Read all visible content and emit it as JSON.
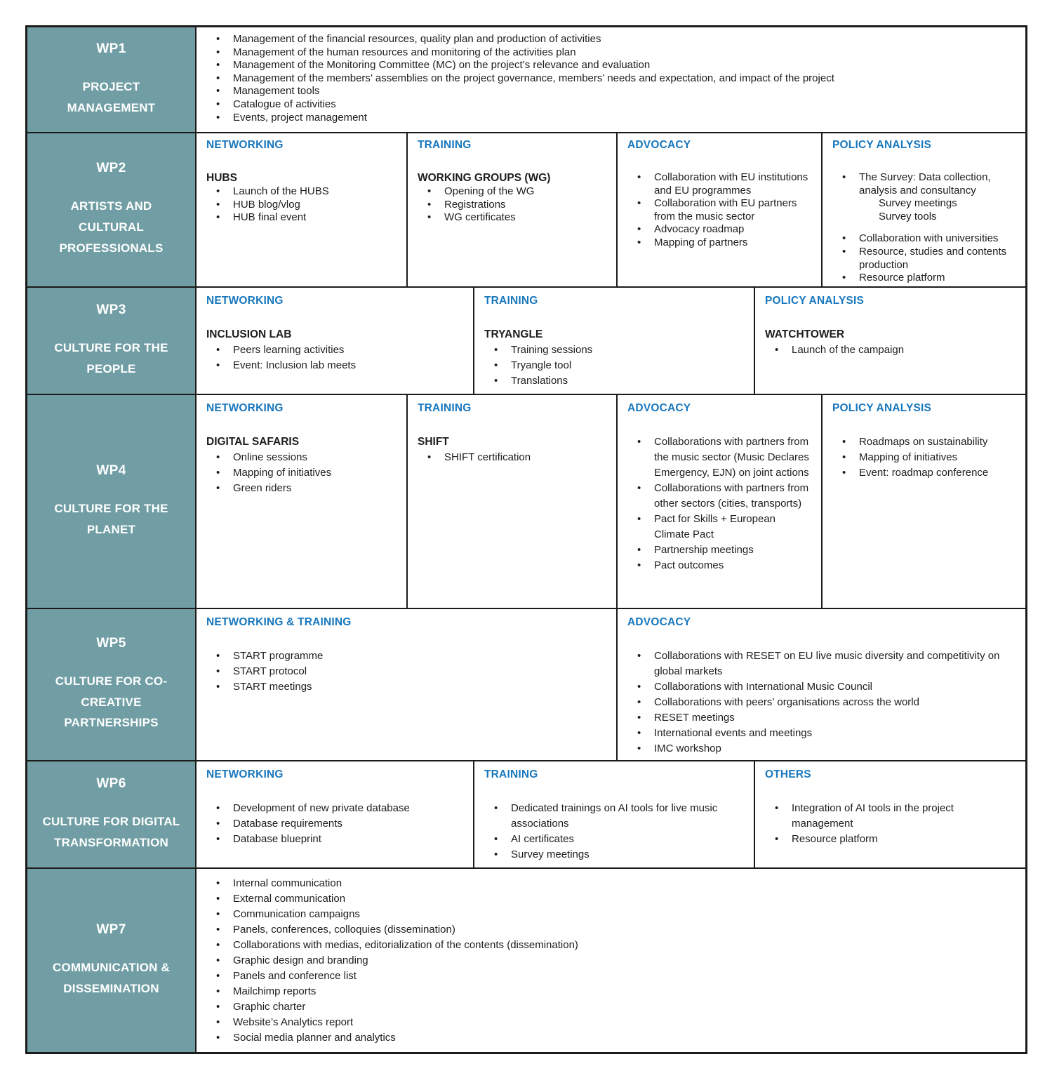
{
  "colors": {
    "wp_label_bg": "#719EA4",
    "wp_label_text": "#ffffff",
    "category_header": "#1877BD",
    "border": "#1b1b1b",
    "body_text": "#1d1d1d",
    "background": "#ffffff"
  },
  "table": {
    "rows": [
      {
        "label": {
          "id": "WP1",
          "title": "PROJECT MANAGEMENT"
        },
        "cells": [
          {
            "items": [
              {
                "t": "b",
                "text": "Management of the financial resources, quality plan and production of activities"
              },
              {
                "t": "b",
                "text": "Management of the human resources and monitoring of the activities plan"
              },
              {
                "t": "b",
                "text": "Management of the Monitoring Committee (MC) on the project’s relevance and evaluation"
              },
              {
                "t": "b",
                "text": "Management of the members’ assemblies on the project governance, members’ needs and expectation, and impact of the project"
              },
              {
                "t": "b",
                "text": "Management tools"
              },
              {
                "t": "b",
                "text": "Catalogue of activities"
              },
              {
                "t": "b",
                "text": "Events, project management"
              }
            ]
          }
        ]
      },
      {
        "label": {
          "id": "WP2",
          "title": "ARTISTS AND CULTURAL PROFESSIONALS"
        },
        "cells": [
          {
            "header": "NETWORKING",
            "subheader": "HUBS",
            "items": [
              {
                "t": "b",
                "text": "Launch of the HUBS"
              },
              {
                "t": "b",
                "text": "HUB blog/vlog"
              },
              {
                "t": "b",
                "text": "HUB final event"
              }
            ]
          },
          {
            "header": "TRAINING",
            "subheader": "WORKING GROUPS (WG)",
            "items": [
              {
                "t": "b",
                "text": "Opening of the WG"
              },
              {
                "t": "b",
                "text": "Registrations"
              },
              {
                "t": "b",
                "text": "WG certificates"
              }
            ]
          },
          {
            "header": "ADVOCACY",
            "items": [
              {
                "t": "b",
                "text": "Collaboration with EU institutions and EU programmes"
              },
              {
                "t": "b",
                "text": "Collaboration with EU partners from the music sector"
              },
              {
                "t": "b",
                "text": "Advocacy roadmap"
              },
              {
                "t": "b",
                "text": "Mapping of partners"
              }
            ]
          },
          {
            "header": "POLICY ANALYSIS",
            "items": [
              {
                "t": "b",
                "text": "The Survey: Data collection, analysis and consultancy"
              },
              {
                "t": "p",
                "text": "Survey meetings"
              },
              {
                "t": "p",
                "text": "Survey tools"
              },
              {
                "t": "g"
              },
              {
                "t": "b",
                "text": "Collaboration with universities"
              },
              {
                "t": "b",
                "text": "Resource, studies and contents production"
              },
              {
                "t": "b",
                "text": "Resource platform"
              }
            ]
          }
        ]
      },
      {
        "label": {
          "id": "WP3",
          "title": "CULTURE FOR THE PEOPLE"
        },
        "cells": [
          {
            "header": "NETWORKING",
            "subheader": "INCLUSION LAB",
            "items": [
              {
                "t": "b",
                "text": "Peers learning activities"
              },
              {
                "t": "b",
                "text": "Event: Inclusion lab meets"
              }
            ]
          },
          {
            "header": "TRAINING",
            "subheader": "TRYANGLE",
            "items": [
              {
                "t": "b",
                "text": "Training sessions"
              },
              {
                "t": "b",
                "text": "Tryangle tool"
              },
              {
                "t": "b",
                "text": "Translations"
              }
            ]
          },
          {
            "header": "POLICY ANALYSIS",
            "subheader": "WATCHTOWER",
            "items": [
              {
                "t": "b",
                "text": "Launch of the campaign"
              }
            ]
          }
        ]
      },
      {
        "label": {
          "id": "WP4",
          "title": "CULTURE FOR THE PLANET"
        },
        "cells": [
          {
            "header": "NETWORKING",
            "subheader": "DIGITAL SAFARIS",
            "items": [
              {
                "t": "b",
                "text": "Online sessions"
              },
              {
                "t": "b",
                "text": "Mapping of initiatives"
              },
              {
                "t": "b",
                "text": "Green riders"
              }
            ]
          },
          {
            "header": "TRAINING",
            "subheader": "SHIFT",
            "items": [
              {
                "t": "b",
                "text": "SHIFT certification"
              }
            ]
          },
          {
            "header": "ADVOCACY",
            "items": [
              {
                "t": "b",
                "text": "Collaborations with partners from the music sector (Music Declares Emergency, EJN) on joint actions"
              },
              {
                "t": "b",
                "text": "Collaborations with partners from other sectors (cities, transports)"
              },
              {
                "t": "b",
                "text": "Pact for Skills + European Climate Pact"
              },
              {
                "t": "b",
                "text": "Partnership meetings"
              },
              {
                "t": "b",
                "text": "Pact outcomes"
              }
            ]
          },
          {
            "header": "POLICY ANALYSIS",
            "items": [
              {
                "t": "b",
                "text": "Roadmaps on sustainability"
              },
              {
                "t": "b",
                "text": "Mapping of initiatives"
              },
              {
                "t": "b",
                "text": "Event: roadmap conference"
              }
            ]
          }
        ]
      },
      {
        "label": {
          "id": "WP5",
          "title": "CULTURE FOR CO-CREATIVE PARTNERSHIPS"
        },
        "cells": [
          {
            "header": "NETWORKING & TRAINING",
            "items": [
              {
                "t": "b",
                "text": "START programme"
              },
              {
                "t": "b",
                "text": "START protocol"
              },
              {
                "t": "b",
                "text": "START meetings"
              }
            ]
          },
          {
            "header": "ADVOCACY",
            "items": [
              {
                "t": "b",
                "text": "Collaborations with RESET on EU live music diversity and competitivity on global markets"
              },
              {
                "t": "b",
                "text": "Collaborations with International Music Council"
              },
              {
                "t": "b",
                "text": "Collaborations with peers’ organisations across the world"
              },
              {
                "t": "b",
                "text": "RESET meetings"
              },
              {
                "t": "b",
                "text": "International events and meetings"
              },
              {
                "t": "b",
                "text": "IMC workshop"
              }
            ]
          }
        ]
      },
      {
        "label": {
          "id": "WP6",
          "title": "CULTURE FOR DIGITAL TRANSFORMATION"
        },
        "cells": [
          {
            "header": "NETWORKING",
            "items": [
              {
                "t": "b",
                "text": "Development of new private database"
              },
              {
                "t": "b",
                "text": "Database requirements"
              },
              {
                "t": "b",
                "text": "Database blueprint"
              }
            ]
          },
          {
            "header": "TRAINING",
            "items": [
              {
                "t": "b",
                "text": "Dedicated trainings on AI tools for live music associations"
              },
              {
                "t": "b",
                "text": "AI certificates"
              },
              {
                "t": "b",
                "text": "Survey meetings"
              }
            ]
          },
          {
            "header": "OTHERS",
            "items": [
              {
                "t": "b",
                "text": "Integration of AI tools in the project management"
              },
              {
                "t": "b",
                "text": "Resource platform"
              }
            ]
          }
        ]
      },
      {
        "label": {
          "id": "WP7",
          "title": "COMMUNICATION & DISSEMINATION"
        },
        "cells": [
          {
            "items": [
              {
                "t": "b",
                "text": "Internal communication"
              },
              {
                "t": "b",
                "text": "External communication"
              },
              {
                "t": "b",
                "text": "Communication campaigns"
              },
              {
                "t": "b",
                "text": "Panels, conferences, colloquies (dissemination)"
              },
              {
                "t": "b",
                "text": "Collaborations with medias, editorialization of the contents (dissemination)"
              },
              {
                "t": "b",
                "text": "Graphic design and branding"
              },
              {
                "t": "b",
                "text": "Panels and conference list"
              },
              {
                "t": "b",
                "text": "Mailchimp reports"
              },
              {
                "t": "b",
                "text": "Graphic charter"
              },
              {
                "t": "b",
                "text": "Website’s Analytics report"
              },
              {
                "t": "b",
                "text": "Social media planner and analytics"
              }
            ]
          }
        ]
      }
    ]
  }
}
